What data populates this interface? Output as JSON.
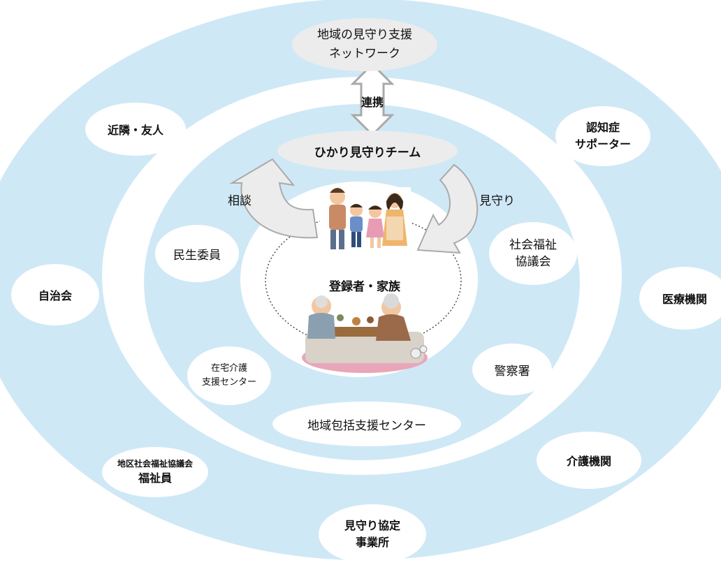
{
  "diagram": {
    "ring_colors": {
      "outer": "#cfe8f6",
      "white": "#ffffff",
      "middle": "#cfe8f6",
      "center": "#ffffff",
      "node_grey": "#ececec",
      "arrow_grey": "#b4b4b4"
    },
    "top_network": "地域の見守り支援\nネットワーク",
    "link_label": "連携",
    "team": "ひかり見守りチーム",
    "consult_label": "相談",
    "watch_label": "見守り",
    "center_label": "登録者・家族",
    "outer_nodes": {
      "neighbors": "近隣・友人",
      "dementia_supporter": "認知症\nサポーター",
      "residents_assoc": "自治会",
      "medical": "医療機関",
      "care_institutions": "介護機関",
      "district_welfare": "地区社会福祉協議会",
      "welfare_member": "福祉員",
      "watch_agreement": "見守り協定\n事業所"
    },
    "middle_nodes": {
      "welfare_commissioner": "民生委員",
      "social_welfare_council": "社会福祉\n協議会",
      "home_care_center": "在宅介護\n支援センター",
      "police": "警察署",
      "community_center": "地域包括支援センター"
    },
    "illustrations": [
      "family-illustration",
      "elderly-couple-kotatsu-illustration"
    ]
  }
}
